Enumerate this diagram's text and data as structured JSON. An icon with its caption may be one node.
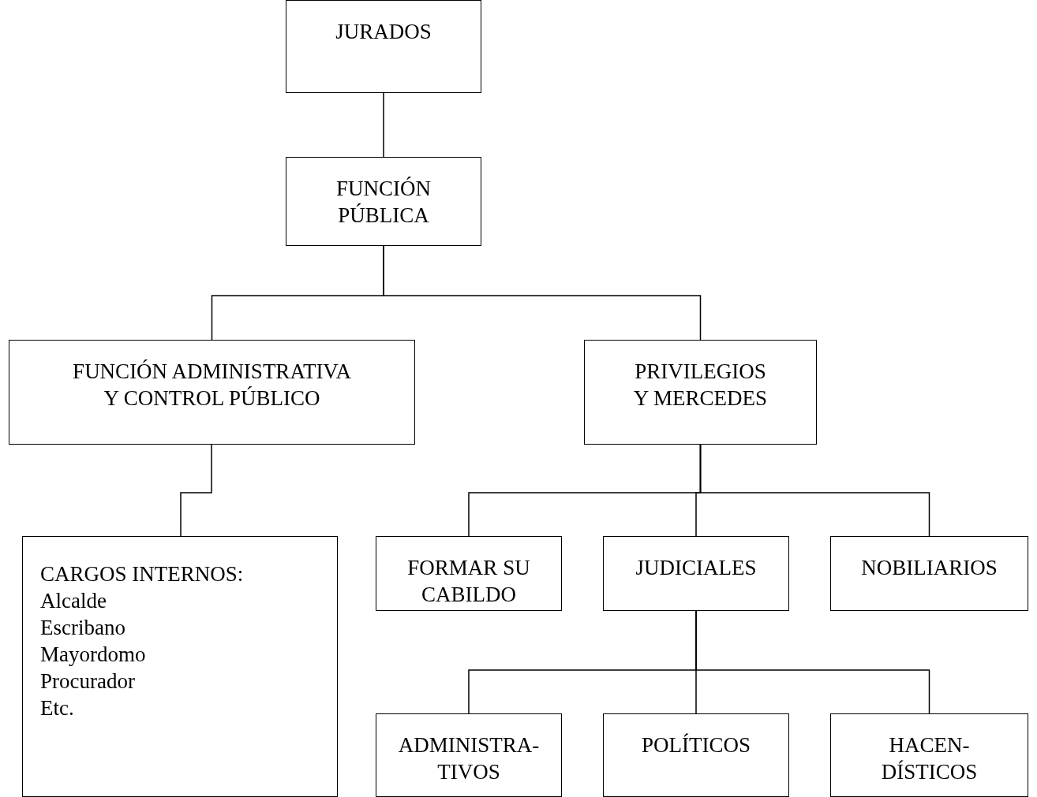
{
  "diagram": {
    "nodes": [
      {
        "text": [
          "JURADOS"
        ]
      },
      {
        "text": [
          "FUNCIÓN PÚBLICA"
        ]
      },
      {
        "text": [
          "FUNCIÓN ADMINISTRATIVA Y CONTROL PÚBLICO"
        ]
      },
      {
        "text": [
          "PRIVILEGIOS Y MERCEDES"
        ]
      },
      {
        "text": [
          "CARGOS INTERNOS:",
          "Alcalde",
          "Escribano",
          "Mayordomo",
          "Procurador",
          "Etc."
        ]
      },
      {
        "text": [
          "FORMAR SU CABILDO"
        ]
      },
      {
        "text": [
          "JUDICIALES"
        ]
      },
      {
        "text": [
          "NOBILIARIOS"
        ]
      },
      {
        "text": [
          "ADMINISTRA- TIVOS"
        ]
      },
      {
        "text": [
          "POLÍTICOS"
        ]
      },
      {
        "text": [
          "HACEN- DÍSTICOS"
        ]
      }
    ],
    "edges": [
      {
        "from": 0,
        "to": 1,
        "arrow": "none"
      },
      {
        "from": 1,
        "to": 2,
        "arrow": "none"
      },
      {
        "from": 1,
        "to": 3,
        "arrow": "none"
      },
      {
        "from": 2,
        "to": 4,
        "arrow": "none"
      },
      {
        "from": 3,
        "to": 5,
        "arrow": "none"
      },
      {
        "from": 3,
        "to": 6,
        "arrow": "none"
      },
      {
        "from": 3,
        "to": 7,
        "arrow": "none"
      },
      {
        "from": 6,
        "to": 8,
        "arrow": "none"
      },
      {
        "from": 6,
        "to": 9,
        "arrow": "none"
      },
      {
        "from": 6,
        "to": 10,
        "arrow": "none"
      }
    ]
  }
}
